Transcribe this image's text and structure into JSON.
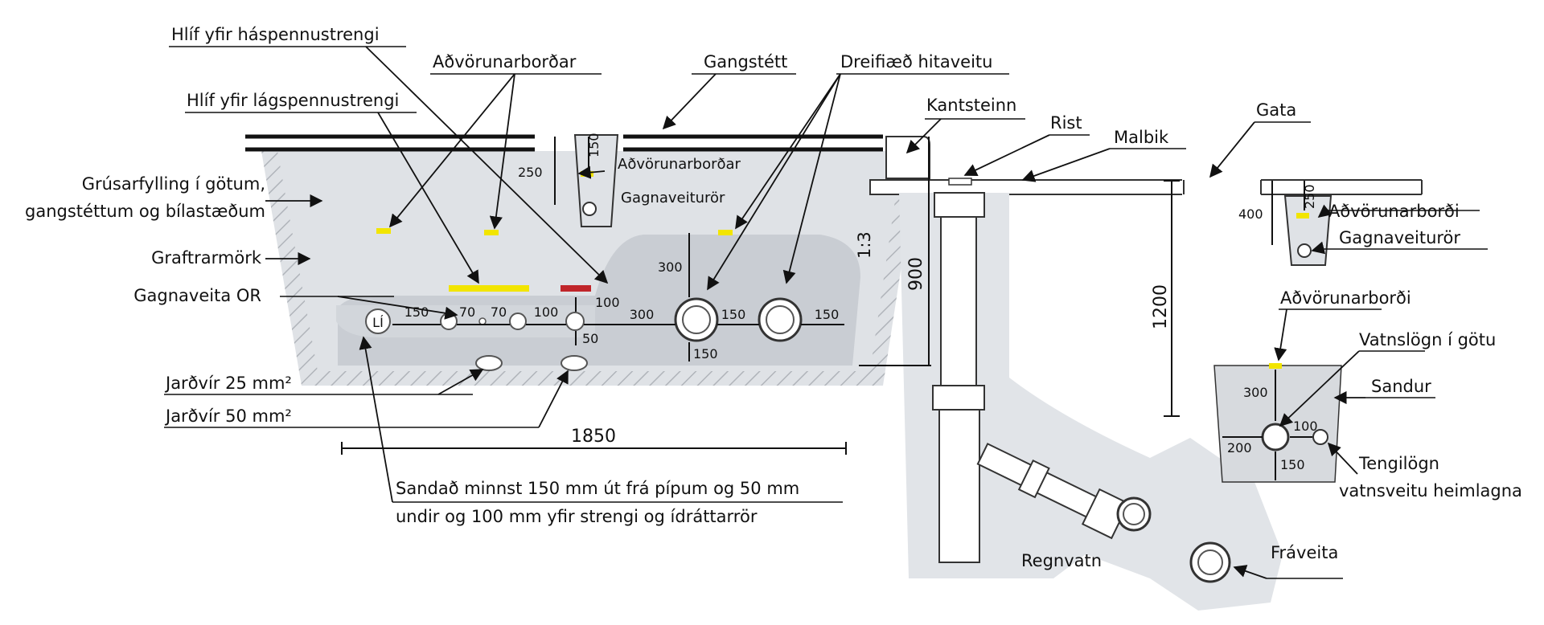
{
  "colors": {
    "trench_fill": "#dfe2e6",
    "sand_bed": "#c9cdd3",
    "hatch_border": "#b9bdc3",
    "warning_tape": "#f2e500",
    "hv_cover": "#c0252a",
    "line": "#111111"
  },
  "labels": {
    "hv_cover": "Hlíf yfir háspennustrengi",
    "warning_tapes": "Aðvörunarborðar",
    "sidewalk": "Gangstétt",
    "district_heating": "Dreifiæð hitaveitu",
    "lv_cover": "Hlíf yfir lágspennustrengi",
    "curb": "Kantsteinn",
    "grate": "Rist",
    "asphalt": "Malbik",
    "street": "Gata",
    "gravel_fill_line1": "Grúsarfylling í götum,",
    "gravel_fill_line2": "gangstéttum og bílastæðum",
    "excavation_limit": "Graftrarmörk",
    "data_utility": "Gagnaveita OR",
    "warning_tapes_small": "Aðvörunarborðar",
    "data_conduit_small": "Gagnaveiturör",
    "warning_tape_right": "Aðvörunarborði",
    "data_conduit_right": "Gagnaveiturör",
    "warning_tape_right2": "Aðvörunarborði",
    "water_main": "Vatnslögn í götu",
    "sand": "Sandur",
    "service_line_1": "Tengilögn",
    "service_line_2": "vatnsveitu heimlagna",
    "earth_wire_25": "Jarðvír 25 mm²",
    "earth_wire_50": "Jarðvír 50 mm²",
    "sanding_note_1": "Sandað minnst 150 mm út frá pípum og 50 mm",
    "sanding_note_2": "undir og 100 mm yfir strengi og ídráttarrör",
    "rainwater": "Regnvatn",
    "sewer": "Fráveita",
    "li_mark": "LÍ",
    "slope": "1:3"
  },
  "dimensions": {
    "d150_a": "150",
    "d70_a": "70",
    "d70_b": "70",
    "d100_a": "100",
    "d300_a": "300",
    "d150_b": "150",
    "d150_c": "150",
    "d100_top": "100",
    "d50": "50",
    "d300_v": "300",
    "d150_v": "150",
    "d150_small": "150",
    "d250_small": "250",
    "d900": "900",
    "d1850": "1850",
    "d1200": "1200",
    "d250_right": "250",
    "d400_right": "400",
    "d300_water": "300",
    "d100_water": "100",
    "d200_water": "200",
    "d150_water": "150"
  }
}
